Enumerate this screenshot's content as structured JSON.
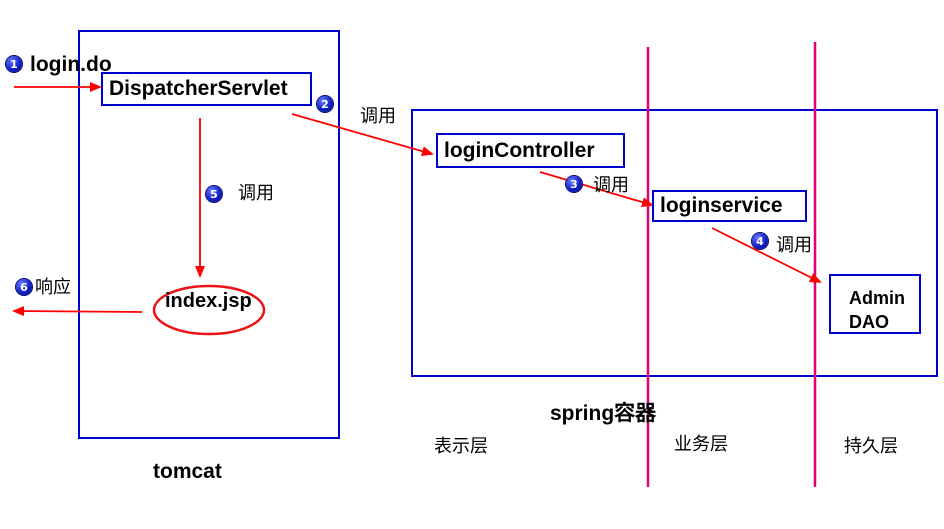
{
  "badges": [
    "1",
    "2",
    "3",
    "4",
    "5",
    "6"
  ],
  "request_label": "login.do",
  "boxes": {
    "dispatcher": "DispatcherServlet",
    "login_controller": "loginController",
    "login_service": "loginservice",
    "admin_dao_line1": "Admin",
    "admin_dao_line2": "DAO",
    "index_jsp": "index.jsp"
  },
  "calls": {
    "call_2": "调用",
    "call_3": "调用",
    "call_4": "调用",
    "call_5": "调用"
  },
  "response_label": "响应",
  "containers": {
    "tomcat": "tomcat",
    "spring": "spring容器"
  },
  "layers": {
    "presentation": "表示层",
    "business": "业务层",
    "persistence": "持久层"
  },
  "colors": {
    "container_border": "#0000cc",
    "arrow": "#ff0000",
    "layer_divider": "#e0007a",
    "badge": "#1020c8"
  }
}
